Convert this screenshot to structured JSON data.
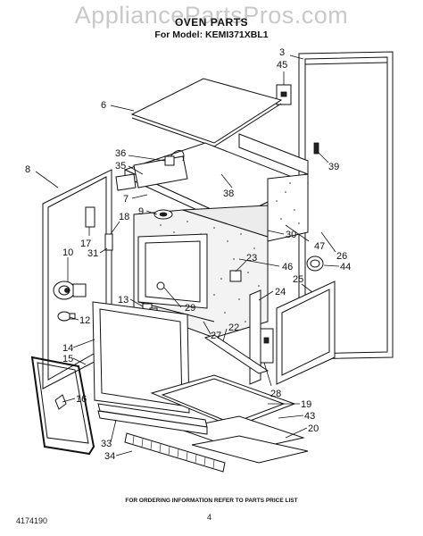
{
  "header": {
    "watermark": "AppliancePartsPros.com",
    "title": "OVEN PARTS",
    "model_line": "For Model: KEMI371XBL1"
  },
  "footer": {
    "order_note": "FOR ORDERING INFORMATION REFER TO PARTS PRICE LIST",
    "document_number": "4174190",
    "page_number": "4"
  },
  "callouts": [
    "3",
    "45",
    "6",
    "39",
    "36",
    "35",
    "8",
    "7",
    "38",
    "9",
    "18",
    "17",
    "31",
    "10",
    "30",
    "47",
    "26",
    "44",
    "23",
    "46",
    "25",
    "24",
    "13",
    "29",
    "12",
    "27",
    "22",
    "14",
    "15",
    "16",
    "28",
    "19",
    "43",
    "20",
    "33",
    "34"
  ]
}
